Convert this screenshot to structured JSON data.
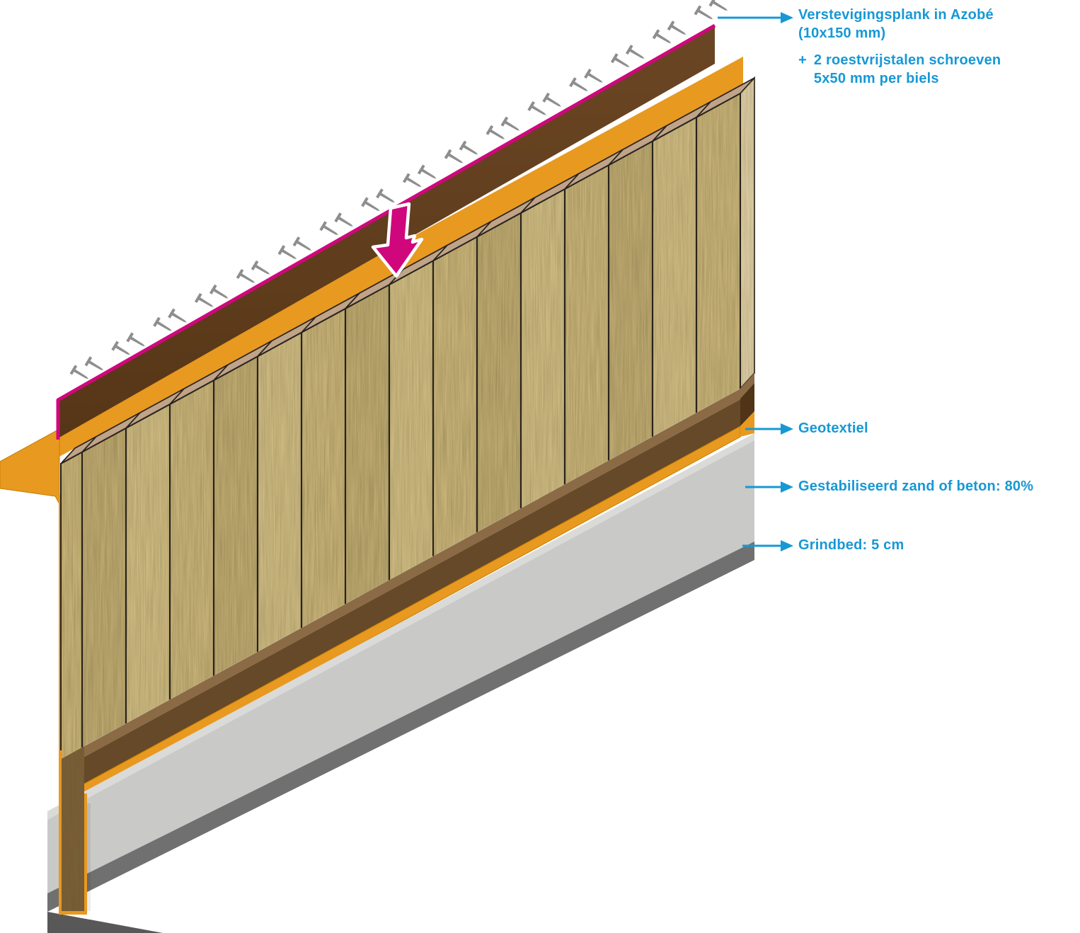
{
  "annotations": {
    "reinforcement": {
      "line1": "Verstevigingsplank in Azobé",
      "line2": "(10x150 mm)"
    },
    "screws": {
      "bullet": "+",
      "line1": "2 roestvrijstalen schroeven",
      "line2": "5x50 mm per biels"
    },
    "geotextile": {
      "label": "Geotextiel"
    },
    "stabilized_sand": {
      "label": "Gestabiliseerd zand of beton: 80%"
    },
    "gravel_bed": {
      "label": "Grindbed: 5 cm"
    }
  },
  "components": {
    "sleeper_count": 16,
    "screw_pairs": 16,
    "screws_per_sleeper": 2
  },
  "colors": {
    "background": "#FFFFFF",
    "accent_blue": "#1798D5",
    "magenta": "#D0077C",
    "orange": "#E8991F",
    "orange_dark": "#C77F00",
    "plank_brown_light": "#6B4624",
    "plank_brown_dark": "#563617",
    "base_plank_top": "#8A6B46",
    "base_plank_front": "#654929",
    "base_plank_end": "#4F3417",
    "wood_base": "#C6B177",
    "wood_side": "#D8C9A2",
    "wood_grain": "#544323",
    "post_wood": "#9A7848",
    "tan_top": "#C0A388",
    "outline_dark": "#28231C",
    "concrete": "#C9C9C8",
    "concrete_top": "#DADAD8",
    "gravel": "#707070",
    "gravel_dark": "#585858",
    "screw_gray": "#8E8E8E",
    "arrow_outline": "#FFFFFF"
  }
}
